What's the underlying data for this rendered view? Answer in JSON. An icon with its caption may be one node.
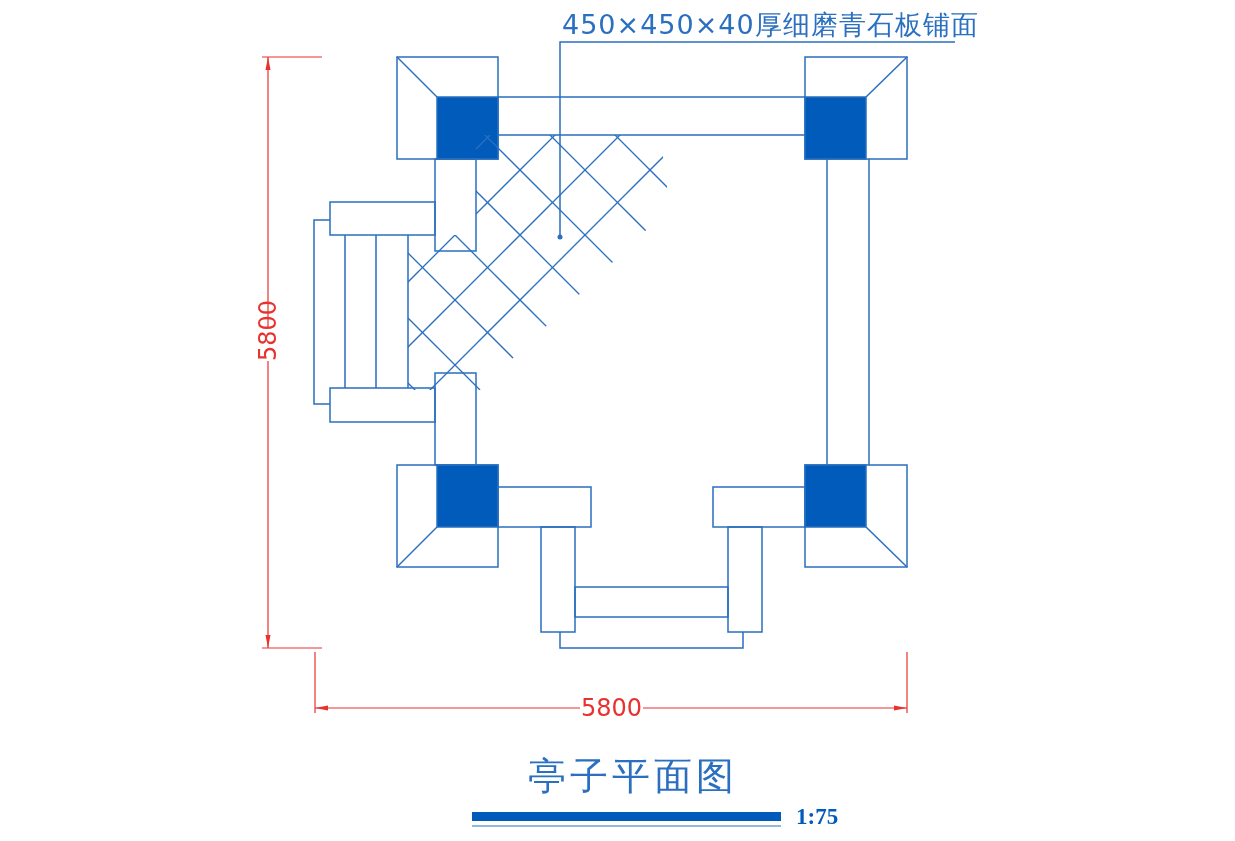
{
  "diagram": {
    "title": "亭子平面图",
    "nodes": [
      {
        "text": [
          "450×450×40厚细磨青石板铺面"
        ]
      },
      {
        "text": [],
        "shape": "box"
      }
    ],
    "edges": [
      {
        "from": 0,
        "to": 1,
        "arrow": "other"
      }
    ],
    "labels": [
      "5800",
      "5800",
      "1:75"
    ]
  }
}
